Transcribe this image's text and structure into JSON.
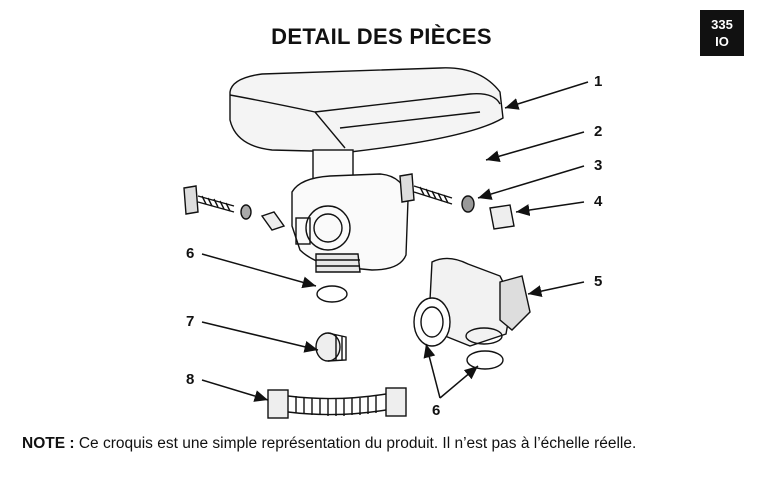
{
  "page_title": "DETAIL DES PIÈCES",
  "badge": {
    "line1": "335",
    "line2": "IO"
  },
  "callouts": [
    "1",
    "2",
    "3",
    "4",
    "5",
    "6",
    "7",
    "8",
    "6"
  ],
  "note": {
    "label": "NOTE :",
    "text": " Ce croquis est une simple représentation du produit. Il n’est pas à l’échelle réelle."
  }
}
